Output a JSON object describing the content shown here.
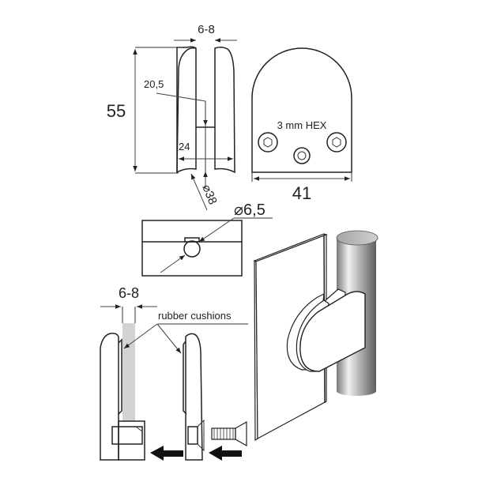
{
  "diagram": {
    "title": "Glass clamp technical drawing",
    "side_view": {
      "gap_label": "6-8",
      "height_label": "55",
      "depth_label": "20,5",
      "width_label": "24",
      "radius_label": "⌀38"
    },
    "front_view": {
      "hex_label": "3 mm HEX",
      "width_label": "41"
    },
    "bottom_view": {
      "hole_label": "⌀6,5"
    },
    "assembly": {
      "gap_label": "6-8",
      "callout_label": "rubber cushions"
    },
    "colors": {
      "line": "#222222",
      "glass_fill": "#d3d3d3",
      "pole_dark": "#6f6f6f",
      "pole_light": "#e8e8e8"
    }
  }
}
